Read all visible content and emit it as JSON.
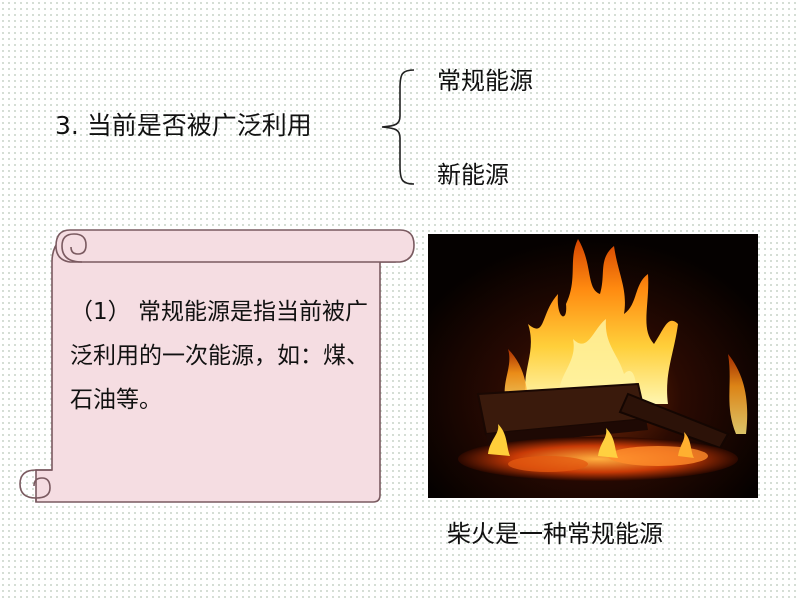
{
  "heading": {
    "text": "3. 当前是否被广泛利用"
  },
  "branches": [
    {
      "label": "常规能源"
    },
    {
      "label": "新能源"
    }
  ],
  "scroll": {
    "text": "（1）  常规能源是指当前被广泛利用的一次能源，如：煤、石油等。",
    "fill_color": "#f5dde2",
    "border_color": "#7a5a60"
  },
  "photo": {
    "subject": "burning-firewood"
  },
  "caption": {
    "text": "柴火是一种常规能源"
  }
}
